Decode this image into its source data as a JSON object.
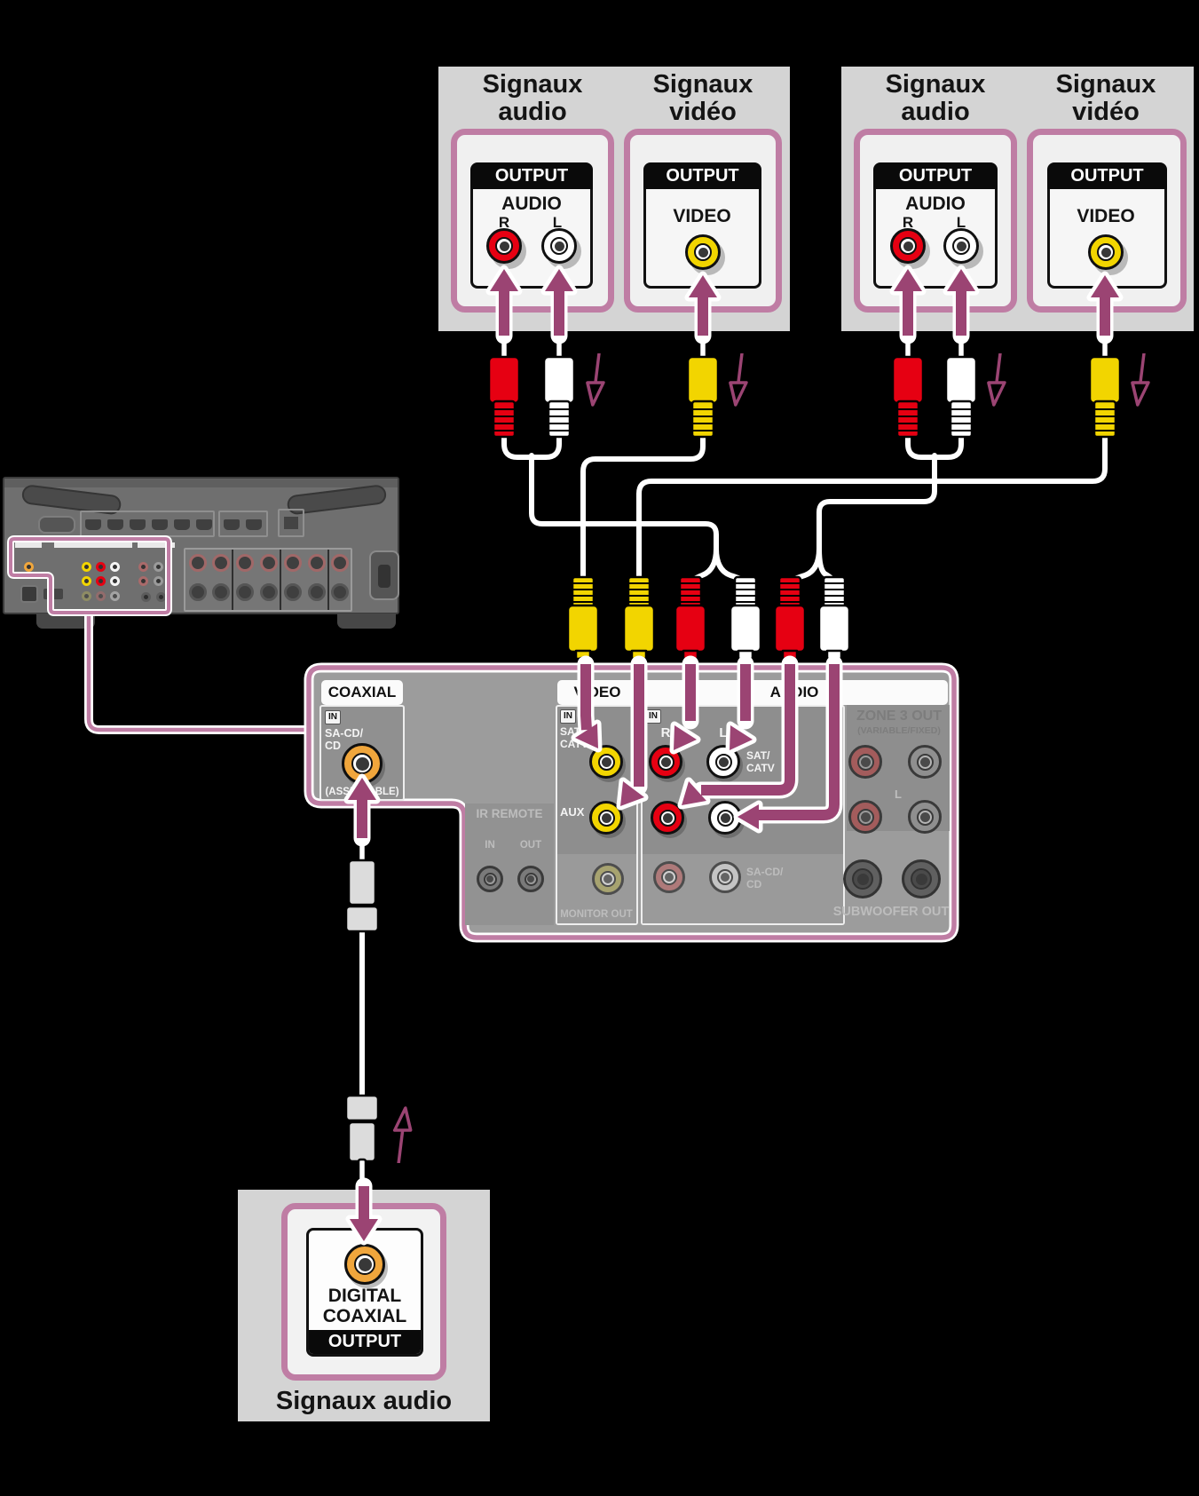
{
  "source_devices": {
    "audio_heading": "Signaux audio",
    "video_heading": "Signaux vidéo",
    "output": "OUTPUT",
    "audio": "AUDIO",
    "video": "VIDEO",
    "right": "R",
    "left": "L"
  },
  "receiver_panel": {
    "coaxial": "COAXIAL",
    "in": "IN",
    "sa_cd_line1": "SA-CD/",
    "sa_cd_line2": "CD",
    "assignable": "(ASSIGNABLE)",
    "video": "VIDEO",
    "audio": "AUDIO",
    "sat_line1": "SAT/",
    "sat_line2": "CATV",
    "aux": "AUX",
    "right": "R",
    "left": "L",
    "ir_remote": "IR REMOTE",
    "ir_in": "IN",
    "ir_out": "OUT",
    "monitor_out": "MONITOR OUT",
    "zone3_out": "ZONE 3 OUT",
    "zone3_mode": "(VARIABLE/FIXED)",
    "zone3_left": "L",
    "subwoofer_out": "SUBWOOFER OUT"
  },
  "audio_source": {
    "digital": "DIGITAL",
    "coaxial": "COAXIAL",
    "output": "OUTPUT",
    "caption": "Signaux audio"
  },
  "colors": {
    "highlight_pink": "#bf7da4",
    "arrow_magenta": "#9b4473",
    "rca_red": "#e60012",
    "rca_yellow": "#f2d500",
    "rca_white": "#ffffff",
    "coax_orange": "#f0a63c",
    "device_box_gray": "#d4d4d4",
    "panel_gray": "#9c9c9c"
  }
}
